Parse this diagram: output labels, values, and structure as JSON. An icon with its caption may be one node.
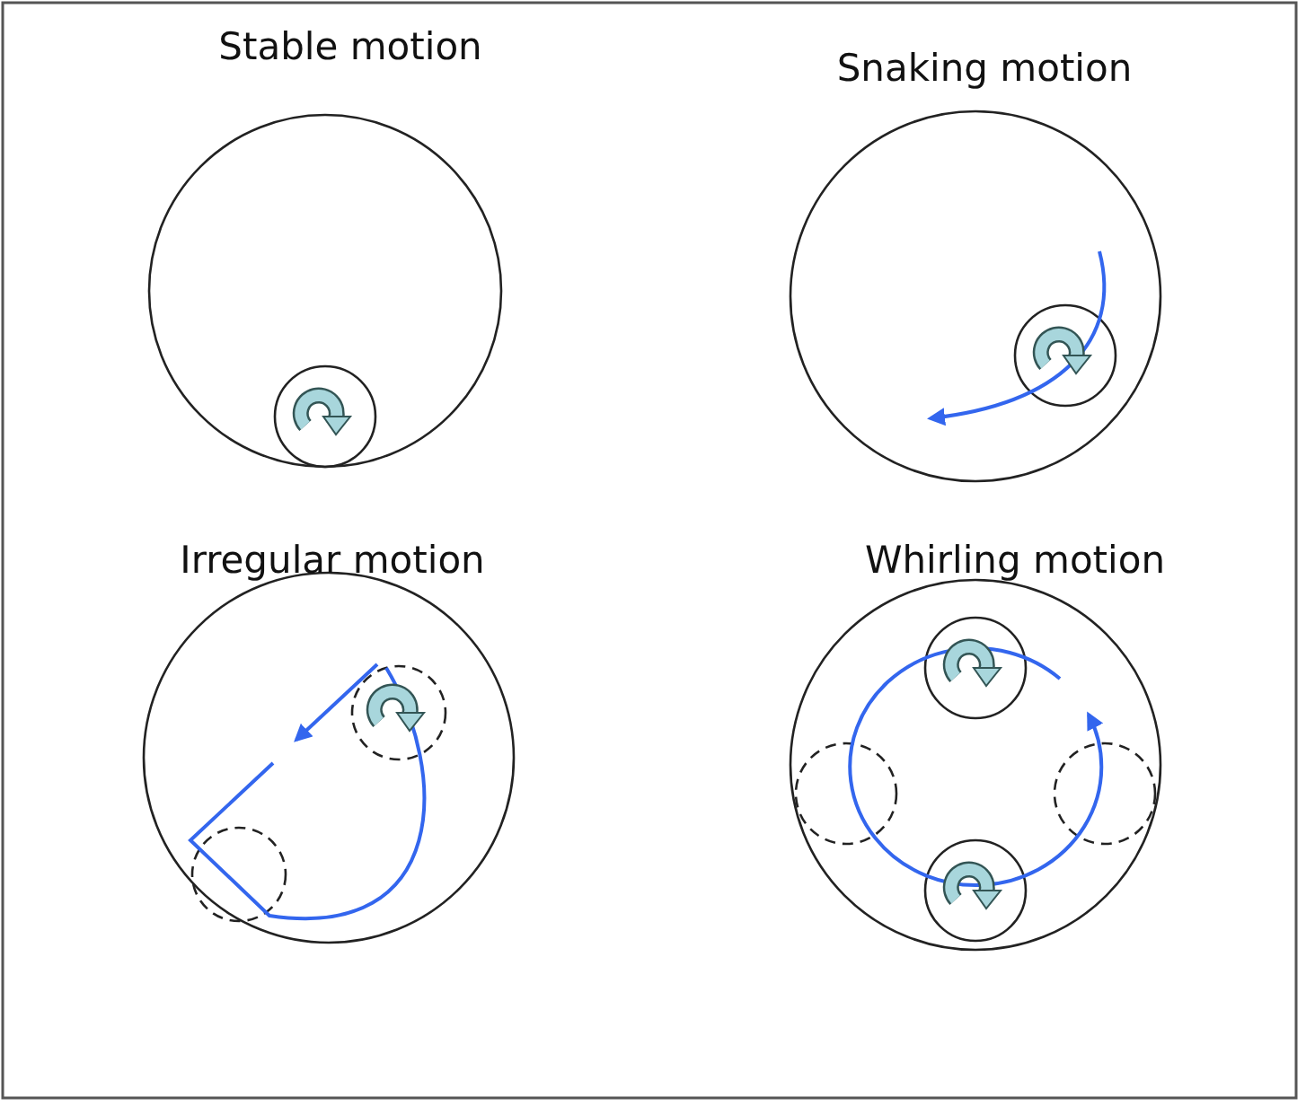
{
  "diagram": {
    "labels": [
      "Stable motion",
      "Snaking motion",
      "Irregular motion",
      "Whirling motion"
    ]
  }
}
